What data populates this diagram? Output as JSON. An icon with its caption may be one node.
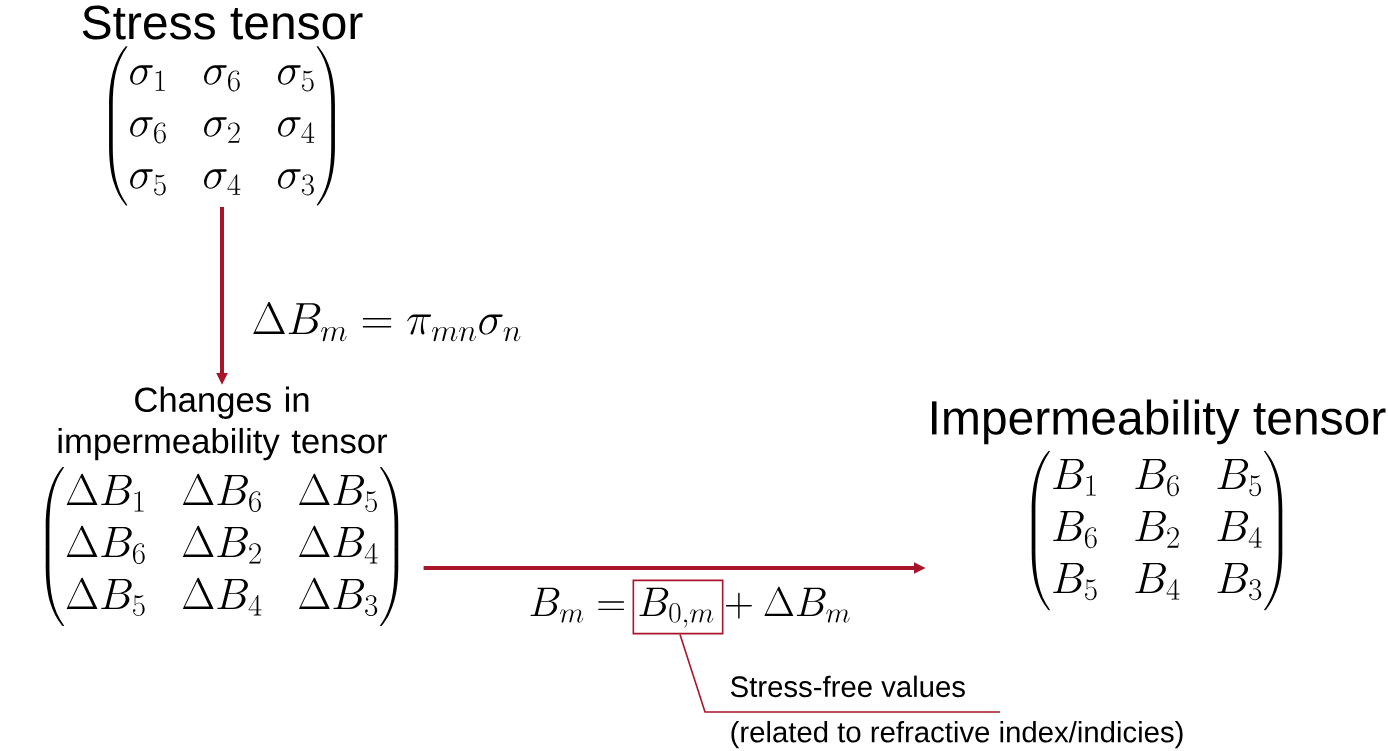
{
  "diagram": {
    "nodes": [
      {
        "text": [
          "Stress tensor",
          "\\begin{pmatrix}\\sigma_1 & \\sigma_6 & \\sigma_5\\\\ \\sigma_6 & \\sigma_2 & \\sigma_4\\\\ \\sigma_5 & \\sigma_4 & \\sigma_3\\end{pmatrix}"
        ]
      },
      {
        "text": [
          "Changes in impermeability tensor",
          "\\begin{pmatrix}\\Delta B_1 & \\Delta B_6 & \\Delta B_5\\\\ \\Delta B_6 & \\Delta B_2 & \\Delta B_4\\\\ \\Delta B_5 & \\Delta B_4 & \\Delta B_3\\end{pmatrix}"
        ]
      },
      {
        "text": [
          "Impermeability tensor",
          "\\begin{pmatrix}B_1 & B_6 & B_5\\\\ B_6 & B_2 & B_4\\\\ B_5 & B_4 & B_3\\end{pmatrix}"
        ]
      },
      {
        "text": [
          "Stress-free values",
          "(related to refractive index/indicies)"
        ]
      },
      {
        "text": [],
        "shape": "box"
      }
    ],
    "edges": [
      {
        "from": 0,
        "to": 1,
        "arrow": "to",
        "label": "\\Delta B_m = \\pi_{mn}\\sigma_n"
      },
      {
        "from": 1,
        "to": 2,
        "arrow": "to",
        "label": "B_m = B_{0,m} + \\Delta B_m"
      },
      {
        "from": 3,
        "to": 4,
        "arrow": "none"
      }
    ]
  }
}
